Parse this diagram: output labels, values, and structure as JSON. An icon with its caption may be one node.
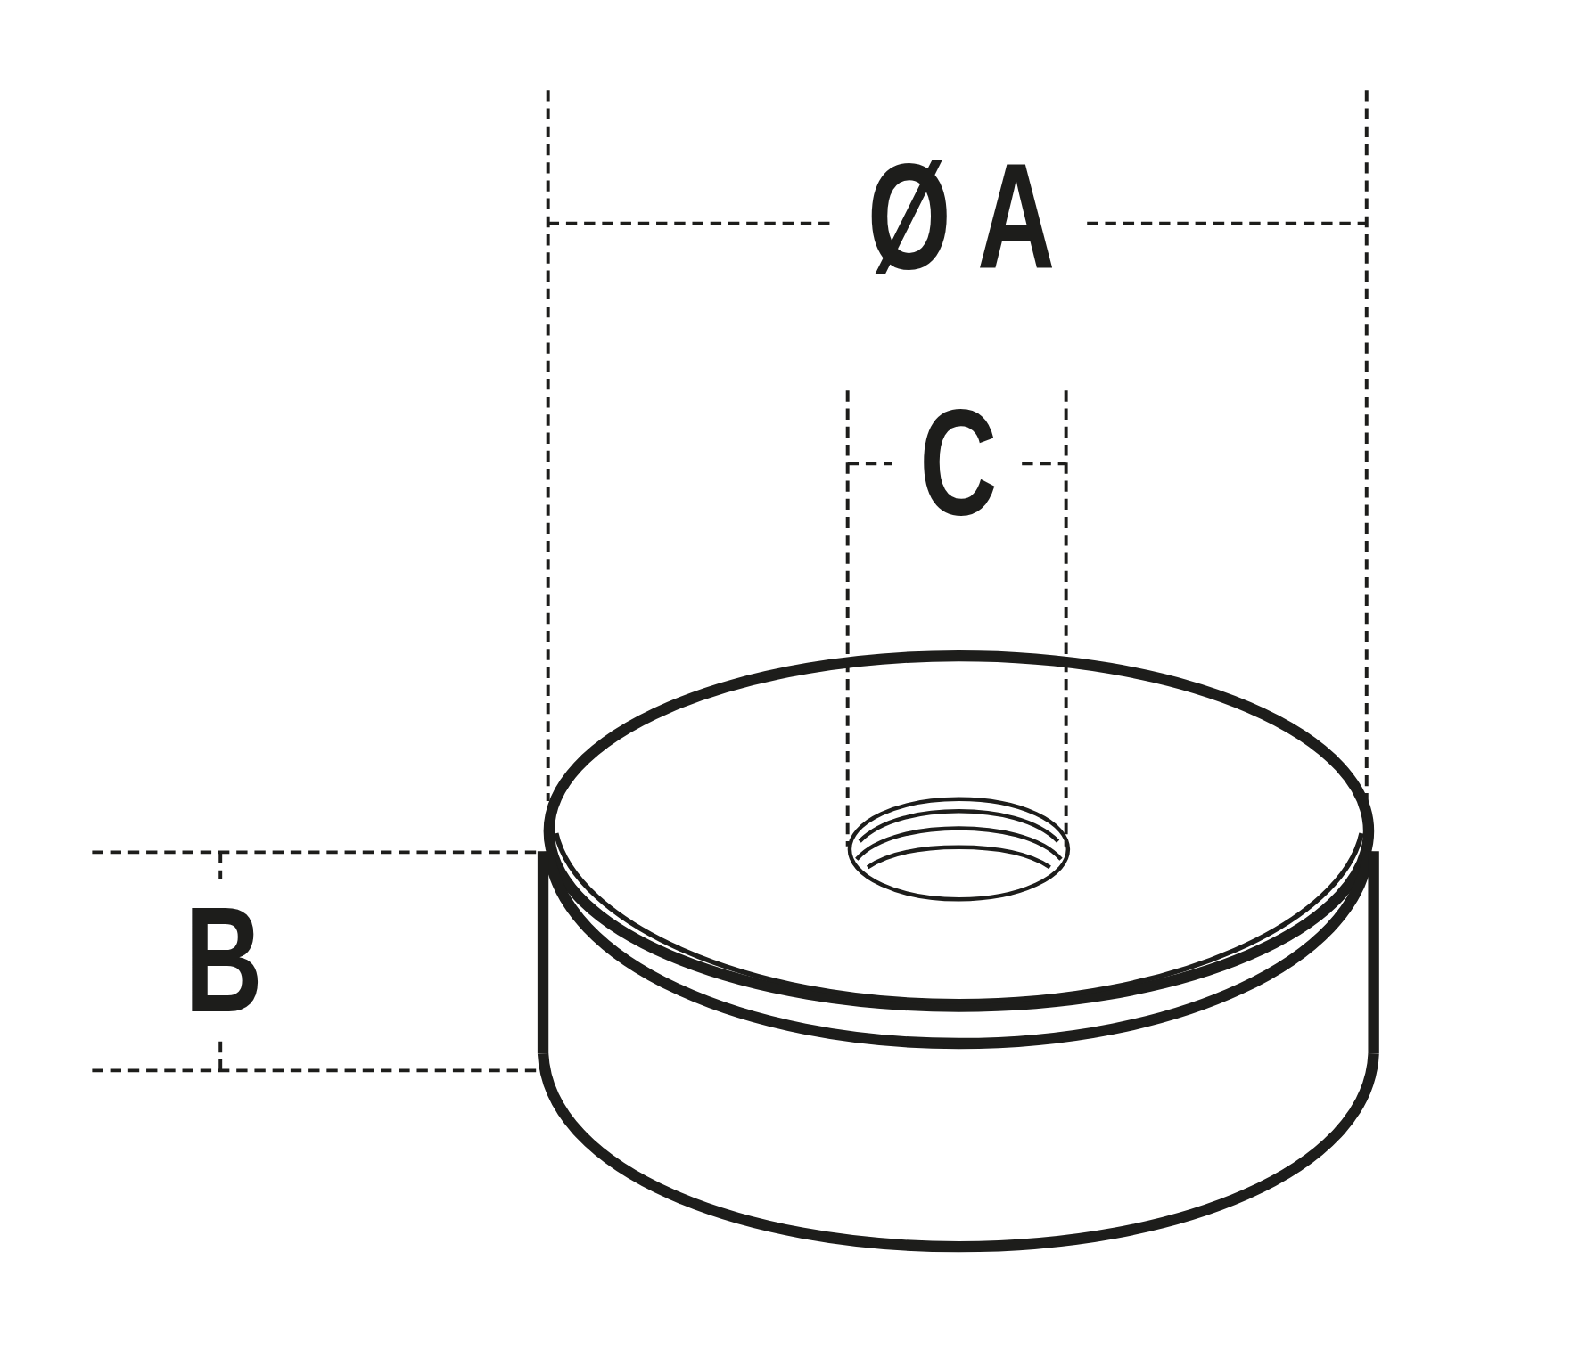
{
  "diagram": {
    "labels": [
      "Ø A",
      "C",
      "B"
    ]
  }
}
